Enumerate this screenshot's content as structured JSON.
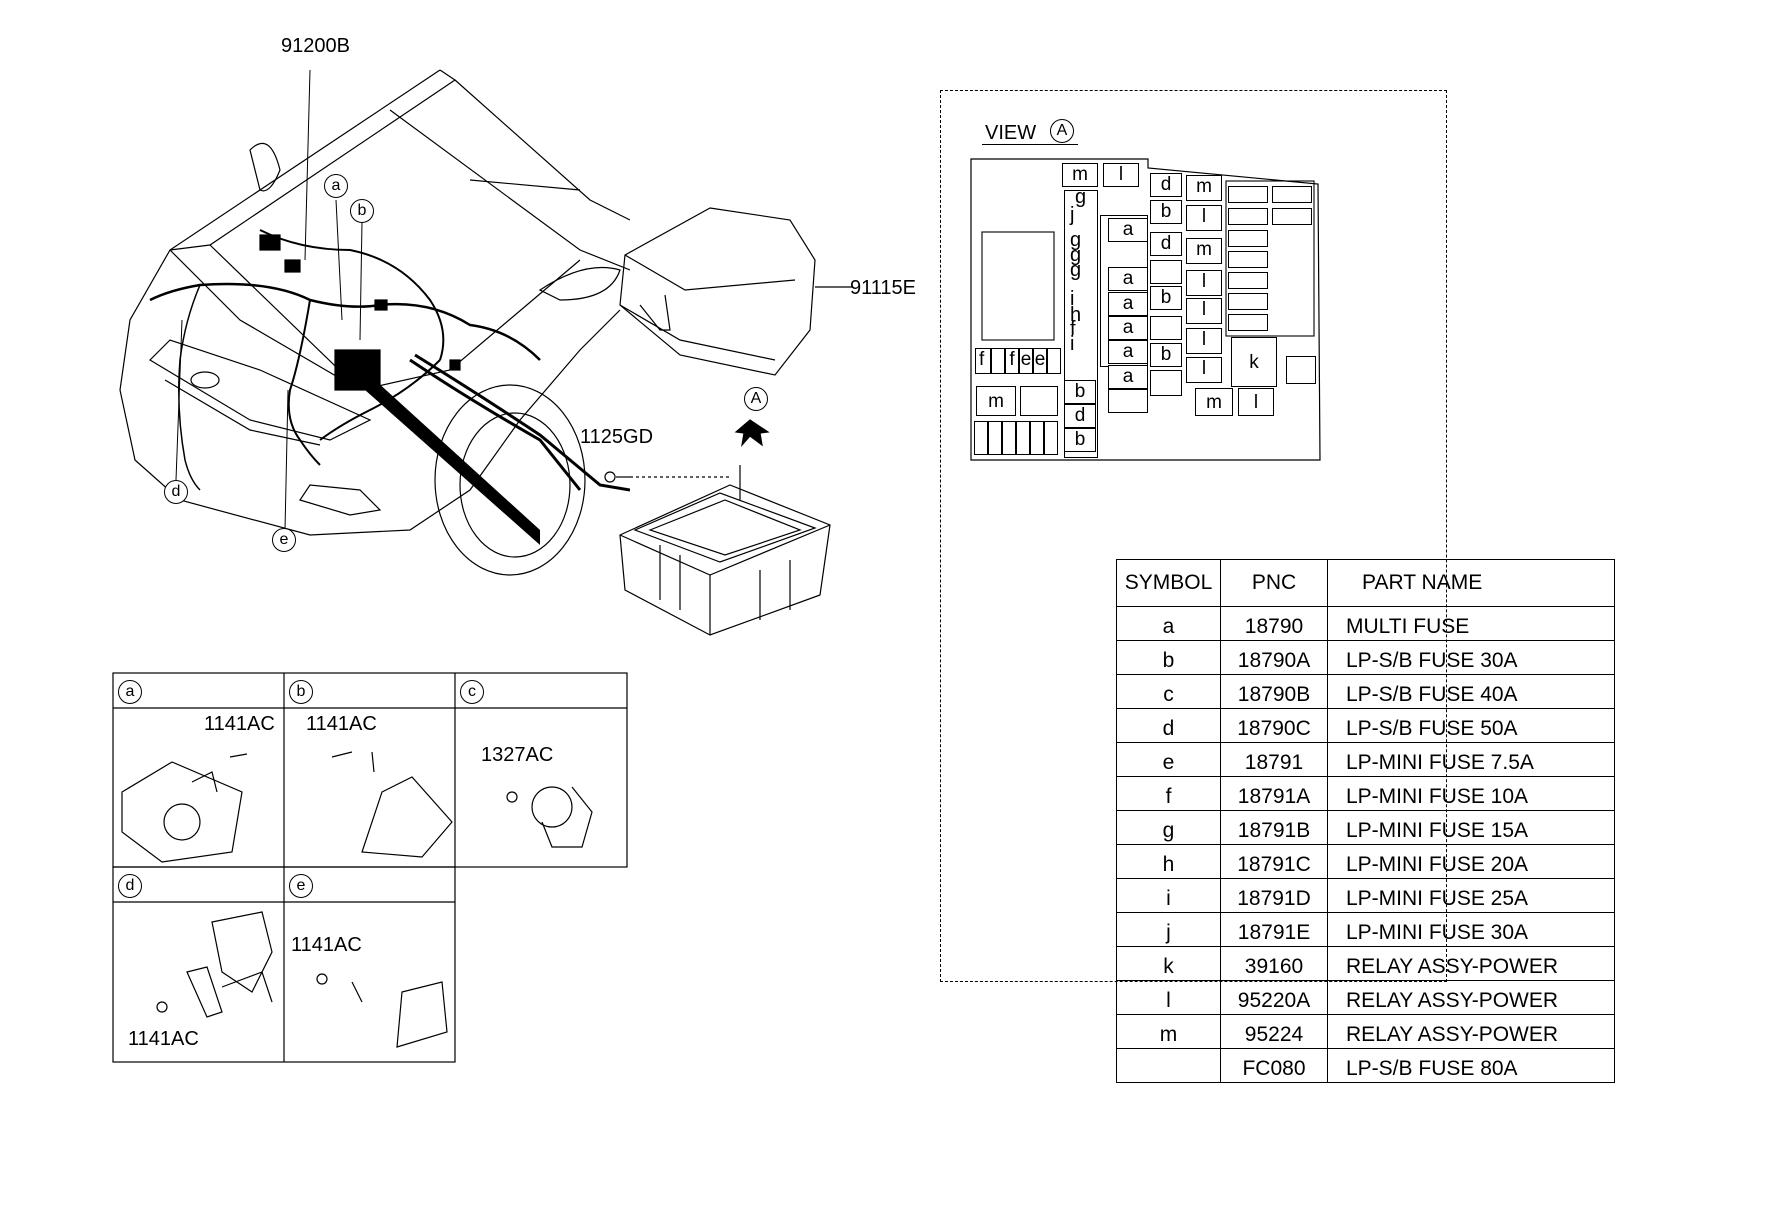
{
  "callouts": {
    "harness": "91200B",
    "cover": "91115E",
    "bolt": "1125GD",
    "view_marker": "A",
    "car_markers": [
      "a",
      "b",
      "d",
      "e"
    ]
  },
  "view": {
    "title": "VIEW",
    "marker": "A"
  },
  "fuse_layout": {
    "col1": [
      "m",
      "l"
    ],
    "col1_vertical": [
      "g",
      "j",
      "g",
      "g",
      "g",
      "i",
      "h",
      "f",
      "i",
      "b",
      "d",
      "b"
    ],
    "col2": [
      "a",
      "a",
      "a",
      "a",
      "a",
      "a"
    ],
    "col3": [
      "d",
      "b",
      "d",
      "b",
      "b"
    ],
    "col4": [
      "m",
      "l",
      "m",
      "l",
      "l",
      "l",
      "l"
    ],
    "bottom_left": [
      "f",
      "f",
      "e",
      "e",
      "m"
    ],
    "bottom_right": [
      "m",
      "l",
      "k"
    ]
  },
  "detail_boxes": [
    {
      "marker": "a",
      "part": "1141AC"
    },
    {
      "marker": "b",
      "part": "1141AC"
    },
    {
      "marker": "c",
      "part": "1327AC"
    },
    {
      "marker": "d",
      "part": "1141AC"
    },
    {
      "marker": "e",
      "part": "1141AC"
    }
  ],
  "table": {
    "headers": [
      "SYMBOL",
      "PNC",
      "PART NAME"
    ],
    "rows": [
      [
        "a",
        "18790",
        "MULTI FUSE"
      ],
      [
        "b",
        "18790A",
        "LP-S/B FUSE 30A"
      ],
      [
        "c",
        "18790B",
        "LP-S/B FUSE 40A"
      ],
      [
        "d",
        "18790C",
        "LP-S/B FUSE 50A"
      ],
      [
        "e",
        "18791",
        "LP-MINI FUSE 7.5A"
      ],
      [
        "f",
        "18791A",
        "LP-MINI FUSE 10A"
      ],
      [
        "g",
        "18791B",
        "LP-MINI FUSE 15A"
      ],
      [
        "h",
        "18791C",
        "LP-MINI FUSE 20A"
      ],
      [
        "i",
        "18791D",
        "LP-MINI FUSE 25A"
      ],
      [
        "j",
        "18791E",
        "LP-MINI FUSE 30A"
      ],
      [
        "k",
        "39160",
        "RELAY ASSY-POWER"
      ],
      [
        "l",
        "95220A",
        "RELAY ASSY-POWER"
      ],
      [
        "m",
        "95224",
        "RELAY ASSY-POWER"
      ],
      [
        "",
        "FC080",
        "LP-S/B FUSE 80A"
      ]
    ]
  }
}
